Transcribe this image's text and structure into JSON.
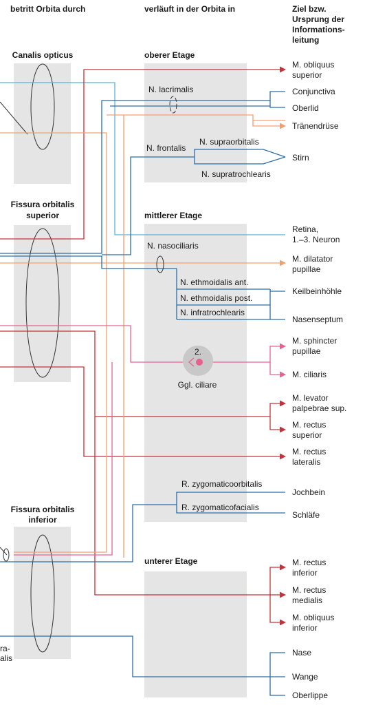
{
  "headers": {
    "col1": "betritt Orbita durch",
    "col2": "verläuft in der Orbita in",
    "col3": [
      "Ziel bzw.",
      "Ursprung der",
      "Informations-",
      "leitung"
    ]
  },
  "openings": {
    "canalis_opticus": [
      "Canalis opticus"
    ],
    "fissura_sup": [
      "Fissura orbitalis",
      "superior"
    ],
    "fissura_inf": [
      "Fissura orbitalis",
      "inferior"
    ],
    "cut_label": [
      "ra-",
      "alis"
    ]
  },
  "floors": {
    "oben": "oberer Etage",
    "mitte": "mittlerer Etage",
    "unten": "unterer Etage"
  },
  "nerves": {
    "lacrimalis": "N. lacrimalis",
    "frontalis": "N. frontalis",
    "supraorbitalis": "N. supraorbitalis",
    "supratrochlearis": "N. supratrochlearis",
    "nasociliaris": "N. nasociliaris",
    "ethmoidalis_ant": "N. ethmoidalis ant.",
    "ethmoidalis_post": "N. ethmoidalis post.",
    "infratrochlearis": "N. infratrochlearis",
    "ggl_number": "2.",
    "ggl": "Ggl. ciliare",
    "zygomaticoorbitalis": "R. zygomaticoorbitalis",
    "zygomaticofacialis": "R. zygomaticofacialis"
  },
  "targets": {
    "obliquus_sup": [
      "M. obliquus",
      "superior"
    ],
    "conjunctiva": [
      "Conjunctiva"
    ],
    "oberlid": [
      "Oberlid"
    ],
    "traenendruese": [
      "Tränendrüse"
    ],
    "stirn": [
      "Stirn"
    ],
    "retina": [
      "Retina,",
      "1.–3. Neuron"
    ],
    "dilatator": [
      "M. dilatator",
      "pupillae"
    ],
    "keilbeinhoehle": [
      "Keilbeinhöhle"
    ],
    "nasenseptum": [
      "Nasenseptum"
    ],
    "sphincter": [
      "M. sphincter",
      "pupillae"
    ],
    "ciliaris": [
      "M. ciliaris"
    ],
    "levator": [
      "M. levator",
      "palpebrae sup."
    ],
    "rectus_sup": [
      "M. rectus",
      "superior"
    ],
    "rectus_lat": [
      "M. rectus",
      "lateralis"
    ],
    "jochbein": [
      "Jochbein"
    ],
    "schlaefe": [
      "Schläfe"
    ],
    "rectus_inf": [
      "M. rectus",
      "inferior"
    ],
    "rectus_med": [
      "M. rectus",
      "medialis"
    ],
    "obliquus_inf": [
      "M. obliquus",
      "inferior"
    ],
    "nase": [
      "Nase"
    ],
    "wange": [
      "Wange"
    ],
    "oberlippe": [
      "Oberlippe"
    ]
  },
  "colors": {
    "red": "#c8303a",
    "light_blue": "#5ab4dc",
    "blue": "#2a6ea8",
    "orange": "#f0a070",
    "pink": "#e86090",
    "panel": "#e5e5e5",
    "ganglion": "#c8c8c8"
  }
}
